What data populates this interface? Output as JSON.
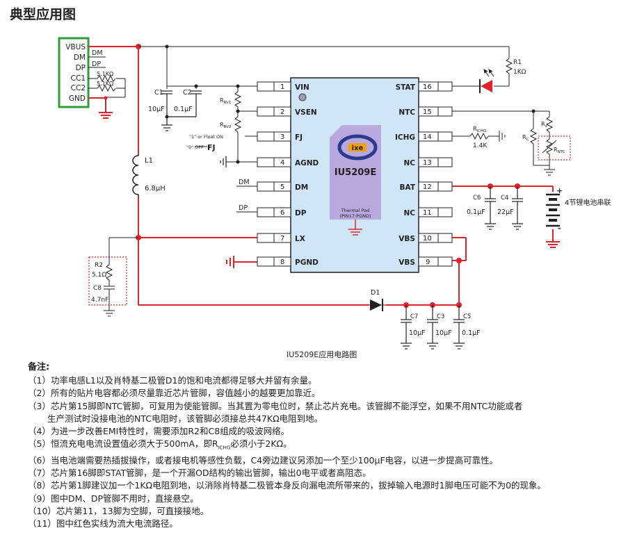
{
  "page_title": "典型应用图",
  "figure_caption": "IU5209E应用电路图",
  "usb": {
    "pins": [
      "VBUS",
      "DM",
      "DP",
      "CC1",
      "CC2",
      "GND"
    ],
    "pull_down": [
      "5.1KΩ",
      "5.1KΩ"
    ]
  },
  "chip": {
    "name": "IU5209E",
    "logo": "ixe",
    "thermal_pad": [
      "Thermal Pad",
      "(PIN17:PGND)"
    ],
    "left_pins": [
      {
        "num": "1",
        "name": "VIN"
      },
      {
        "num": "2",
        "name": "VSEN"
      },
      {
        "num": "3",
        "name": "FJ"
      },
      {
        "num": "4",
        "name": "AGND"
      },
      {
        "num": "5",
        "name": "DM"
      },
      {
        "num": "6",
        "name": "DP"
      },
      {
        "num": "7",
        "name": "LX"
      },
      {
        "num": "8",
        "name": "PGND"
      }
    ],
    "right_pins": [
      {
        "num": "16",
        "name": "STAT"
      },
      {
        "num": "15",
        "name": "NTC"
      },
      {
        "num": "14",
        "name": "ICHG"
      },
      {
        "num": "13",
        "name": "NC"
      },
      {
        "num": "12",
        "name": "BAT"
      },
      {
        "num": "11",
        "name": "NC"
      },
      {
        "num": "10",
        "name": "VBS"
      },
      {
        "num": "9",
        "name": "VBS"
      }
    ]
  },
  "components": {
    "c1": {
      "ref": "C1",
      "value": "10μF"
    },
    "c2": {
      "ref": "C2",
      "value": "0.1μF"
    },
    "l1": {
      "ref": "L1",
      "value": "6.8μH"
    },
    "rv1": "RV1",
    "rv2": "RV2",
    "fj_note": "\"1\" or Float ON",
    "fj_off": "\"0\" OFF",
    "fj_label": "FJ",
    "dm_net": "DM",
    "dp_net": "DP",
    "r1": {
      "ref": "R1",
      "value": "1KΩ"
    },
    "richg": {
      "ref": "RICHG",
      "value": "1.4K"
    },
    "rx": "Rx",
    "rc": "Rc",
    "rntc": "RNTC",
    "c6": {
      "ref": "C6",
      "value": "0.1μF"
    },
    "c4": {
      "ref": "C4",
      "value": "22μF"
    },
    "battery": "4节锂电池串联",
    "r2": {
      "ref": "R2",
      "value": "5.1Ω"
    },
    "c8": {
      "ref": "C8",
      "value": "4.7nF"
    },
    "d1": "D1",
    "c7": {
      "ref": "C7",
      "value": "10μF"
    },
    "c3": {
      "ref": "C3",
      "value": "10μF"
    },
    "c5": {
      "ref": "C5",
      "value": "0.1μF"
    }
  },
  "colors": {
    "current_path": "#e0232b",
    "chip_body": "#cfe6f8",
    "chip_logo_pad": "#b8a8de",
    "usb_box": "#2e9e3a"
  },
  "notes": {
    "heading": "备注:",
    "items": [
      "（1）功率电感L1以及肖特基二极管D1的饱和电流都得足够大并留有余量。",
      "（2）所有的贴片电容都必须尽量靠近芯片管脚，容值越小的越要更加靠近。",
      "（3）芯片第15脚即NTC管脚，可复用为使能管脚。当其置为零电位时，禁止芯片充电。该管脚不能浮空，如果不用NTC功能或者",
      "生产测试时没接电池的NTC电阻时，该管脚必须接总共47KΩ电阻到地。",
      "（4）为进一步改善EMI特性时，需要添加R2和C8组成的吸波网络。",
      "（5）恒流充电电流设置值必须大于500mA，即R",
      "ICHG",
      "必须小于2KΩ。",
      "（6）当电池端需要热插拔操作，或者接电机等感性负载，C4旁边建议另添加一个至少100μF电容，以进一步提高可靠性。",
      "（7）芯片第16脚即STAT管脚，是一个开漏OD结构的输出管脚，输出0电平或者高阻态。",
      "（8）芯片第1脚建议加一个1KΩ电阻到地，以消除肖特基二极管本身反向漏电流所带来的，拔掉输入电源时1脚电压可能不为0的现象。",
      "（9）图中DM、DP管脚不用时，直接悬空。",
      "（10）芯片第11，13脚为空脚，可直接接地。",
      "（11）图中红色实线为流大电流路径。"
    ]
  }
}
